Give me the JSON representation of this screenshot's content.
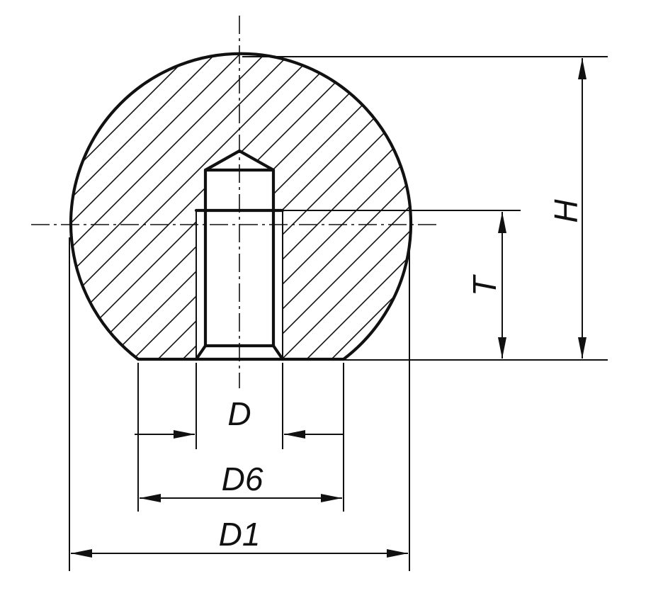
{
  "labels": {
    "d": "D",
    "d6": "D6",
    "d1": "D1",
    "h": "H",
    "t": "T"
  }
}
